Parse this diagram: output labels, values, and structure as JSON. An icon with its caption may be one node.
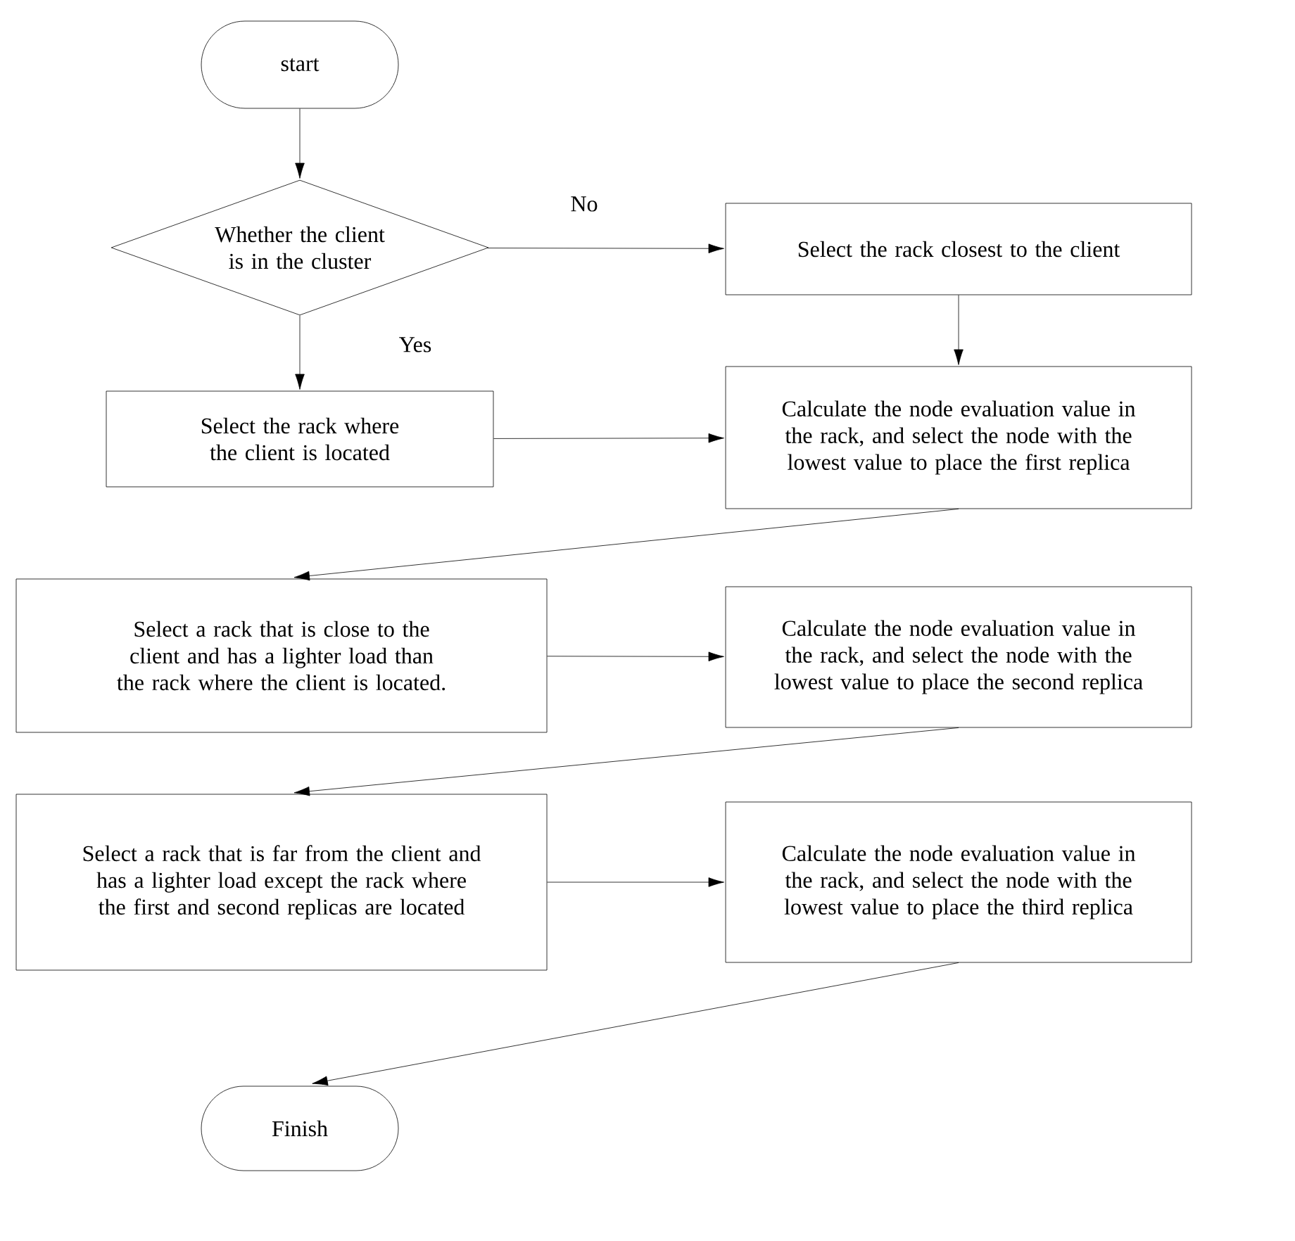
{
  "diagram": {
    "nodes": [
      {
        "text": [
          "start"
        ]
      },
      {
        "text": [
          "Whether the client is in the cluster"
        ]
      },
      {
        "text": [
          "Select the rack closest to the client"
        ]
      },
      {
        "text": [
          "Select the rack where the client is located"
        ]
      },
      {
        "text": [
          "Calculate the node evaluation value in the rack, and select the node with the lowest value to place the first replica"
        ]
      },
      {
        "text": [
          "Select a rack that is close to the client and has a lighter load than the rack where the client is located."
        ]
      },
      {
        "text": [
          "Calculate the node evaluation value in the rack, and select the node with the lowest value to place the second replica"
        ]
      },
      {
        "text": [
          "Select a rack that is far from the client and has a lighter load except the rack where the first and second replicas are located"
        ]
      },
      {
        "text": [
          "Calculate the node evaluation value in the rack, and select the node with the lowest value to place the third replica"
        ]
      },
      {
        "text": [
          "Finish"
        ]
      }
    ],
    "edges": [
      {
        "from": 0,
        "to": 1,
        "arrow": "to"
      },
      {
        "from": 1,
        "to": 2,
        "arrow": "to",
        "label": "No"
      },
      {
        "from": 1,
        "to": 3,
        "arrow": "to",
        "label": "Yes"
      },
      {
        "from": 2,
        "to": 4,
        "arrow": "to"
      },
      {
        "from": 3,
        "to": 4,
        "arrow": "to"
      },
      {
        "from": 4,
        "to": 5,
        "arrow": "to"
      },
      {
        "from": 5,
        "to": 6,
        "arrow": "to"
      },
      {
        "from": 6,
        "to": 7,
        "arrow": "to"
      },
      {
        "from": 7,
        "to": 8,
        "arrow": "to"
      },
      {
        "from": 8,
        "to": 9,
        "arrow": "to"
      }
    ]
  }
}
